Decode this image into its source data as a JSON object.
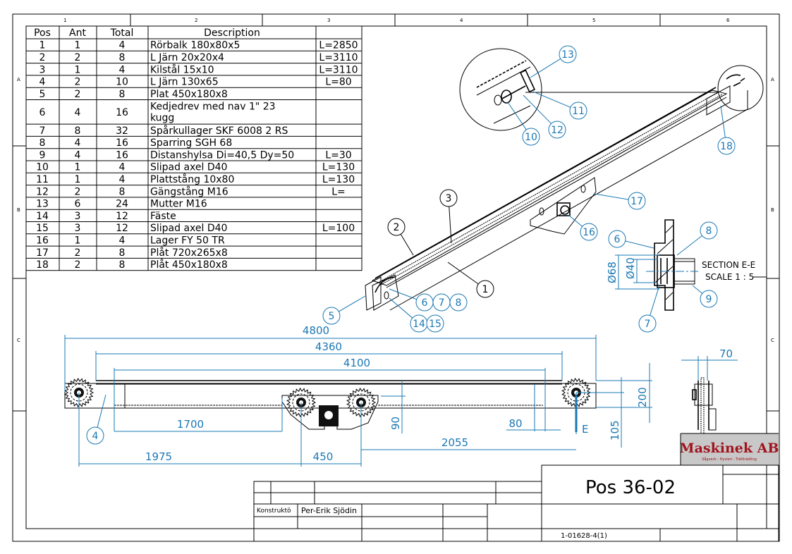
{
  "zones": {
    "top": [
      "1",
      "2",
      "3",
      "4",
      "5",
      "6"
    ],
    "side": [
      "A",
      "B",
      "C"
    ]
  },
  "bom": {
    "headers": [
      "Pos",
      "Ant",
      "Total",
      "Description",
      ""
    ],
    "rows": [
      [
        "1",
        "1",
        "4",
        "Rörbalk 180x80x5",
        "L=2850"
      ],
      [
        "2",
        "2",
        "8",
        "L Järn 20x20x4",
        "L=3110"
      ],
      [
        "3",
        "1",
        "4",
        "Kilstål 15x10",
        "L=3110"
      ],
      [
        "4",
        "2",
        "10",
        "L Järn 130x65",
        "L=80"
      ],
      [
        "5",
        "2",
        "8",
        "Plat 450x180x8",
        ""
      ],
      [
        "6",
        "4",
        "16",
        "Kedjedrev med nav 1\" 23 kugg",
        ""
      ],
      [
        "7",
        "8",
        "32",
        "Spårkullager SKF 6008 2 RS",
        ""
      ],
      [
        "8",
        "4",
        "16",
        "Sparring SGH 68",
        ""
      ],
      [
        "9",
        "4",
        "16",
        "Distanshylsa Di=40,5 Dy=50",
        "L=30"
      ],
      [
        "10",
        "1",
        "4",
        "Slipad axel D40",
        "L=130"
      ],
      [
        "11",
        "1",
        "4",
        "Plattstång 10x80",
        "L=130"
      ],
      [
        "12",
        "2",
        "8",
        "Gängstång M16",
        "L="
      ],
      [
        "13",
        "6",
        "24",
        "Mutter M16",
        ""
      ],
      [
        "14",
        "3",
        "12",
        "Fäste",
        ""
      ],
      [
        "15",
        "3",
        "12",
        "Slipad axel D40",
        "L=100"
      ],
      [
        "16",
        "1",
        "4",
        "Lager FY 50 TR",
        ""
      ],
      [
        "17",
        "2",
        "8",
        "Plåt 720x265x8",
        ""
      ],
      [
        "18",
        "2",
        "8",
        "Plåt 450x180x8",
        ""
      ]
    ]
  },
  "dimensions": {
    "d4800": "4800",
    "d4360": "4360",
    "d4100": "4100",
    "d1700": "1700",
    "d1975": "1975",
    "d450": "450",
    "d2055": "2055",
    "d90": "90",
    "d80": "80",
    "d200": "200",
    "d105": "105",
    "d70": "70"
  },
  "section": {
    "title": "SECTION E-E",
    "scale": "SCALE 1 : 5",
    "dia_outer": "Ø68",
    "dia_inner": "Ø40",
    "marker": "E"
  },
  "balloons": [
    "13",
    "11",
    "12",
    "10",
    "18",
    "3",
    "17",
    "2",
    "16",
    "6",
    "8",
    "1",
    "5",
    "6",
    "7",
    "8",
    "14",
    "15",
    "9",
    "7",
    "4"
  ],
  "title_block": {
    "title": "Pos 36-02",
    "constructor_label": "Konstruktö",
    "constructor": "Per-Erik Sjödin",
    "drawing_number": "1-01628-4(1)",
    "logo": "Maskinek AB",
    "logo_tagline": "Sågverk - Hyvleri - Träförädling"
  },
  "colors": {
    "dimension": "#1a78b4",
    "logo_text": "#a0141e",
    "logo_bg": "#c8c8c8"
  }
}
